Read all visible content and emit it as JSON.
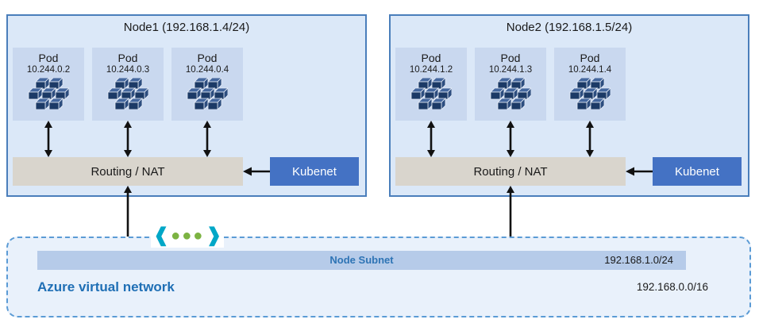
{
  "nodes": [
    {
      "title": "Node1 (192.168.1.4/24)",
      "pods": [
        {
          "label": "Pod",
          "ip": "10.244.0.2"
        },
        {
          "label": "Pod",
          "ip": "10.244.0.3"
        },
        {
          "label": "Pod",
          "ip": "10.244.0.4"
        }
      ],
      "routing_label": "Routing / NAT",
      "kubenet_label": "Kubenet"
    },
    {
      "title": "Node2 (192.168.1.5/24)",
      "pods": [
        {
          "label": "Pod",
          "ip": "10.244.1.2"
        },
        {
          "label": "Pod",
          "ip": "10.244.1.3"
        },
        {
          "label": "Pod",
          "ip": "10.244.1.4"
        }
      ],
      "routing_label": "Routing / NAT",
      "kubenet_label": "Kubenet"
    }
  ],
  "network": {
    "subnet_label": "Node Subnet",
    "subnet_cidr": "192.168.1.0/24",
    "vnet_label": "Azure virtual network",
    "vnet_cidr": "192.168.0.0/16"
  },
  "colors": {
    "node_bg": "#dbe8f8",
    "node_border": "#4a7ebb",
    "pod_bg": "#c9d8ef",
    "routing_bg": "#d9d5cd",
    "kubenet_bg": "#4472c4",
    "subnet_bar_bg": "#b6cbe9",
    "subnet_text": "#2e74b5",
    "vnet_bg": "#e9f1fb",
    "vnet_border": "#5b9bd5",
    "vnet_text": "#1f6fb5",
    "cube_icon": "#1c3a66",
    "peering_chevrons": "#00a7c7",
    "peering_dots": "#7cb342"
  }
}
